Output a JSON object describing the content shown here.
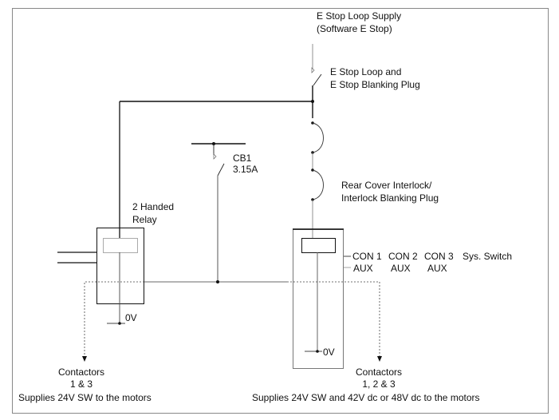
{
  "labels": {
    "supply_line1": "E Stop Loop Supply",
    "supply_line2": "(Software E Stop)",
    "estop_line1": "E Stop Loop and",
    "estop_line2": "E Stop Blanking Plug",
    "cb1_name": "CB1",
    "cb1_rating": "3.15A",
    "interlock_line1": "Rear Cover Interlock/",
    "interlock_line2": "Interlock Blanking Plug",
    "relay_line1": "2 Handed",
    "relay_line2": "Relay",
    "con_row": [
      "CON 1",
      "CON 2",
      "CON 3",
      "Sys. Switch"
    ],
    "aux_row": [
      "AUX",
      "AUX",
      "AUX"
    ],
    "ground_left": "0V",
    "ground_right": "0V",
    "contactors_left_line1": "Contactors",
    "contactors_left_line2": "1 & 3",
    "contactors_right_line1": "Contactors",
    "contactors_right_line2": "1, 2 & 3",
    "supplies_left": "Supplies 24V SW to the motors",
    "supplies_right": "Supplies 24V SW and 42V dc or 48V dc to the motors"
  }
}
